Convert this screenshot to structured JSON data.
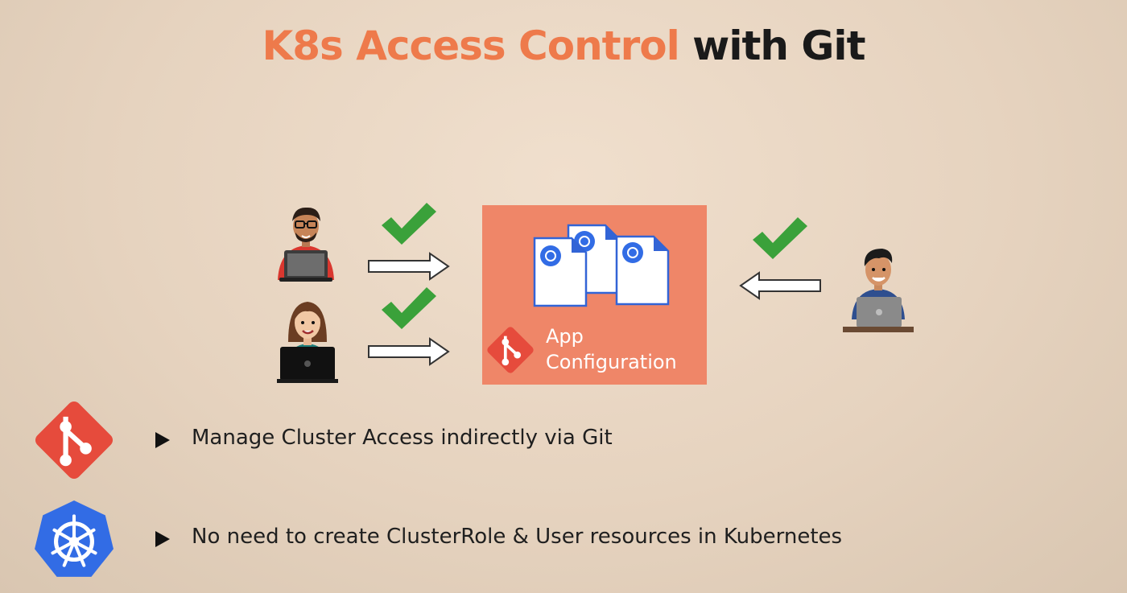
{
  "title": {
    "accent": "K8s Access Control",
    "rest": "with Git"
  },
  "config_box": {
    "line1": "App",
    "line2": "Configuration"
  },
  "bullets": [
    {
      "text": "Manage Cluster Access indirectly via Git",
      "icon": "git-logo-icon"
    },
    {
      "text": "No need to create ClusterRole & User resources in Kubernetes",
      "icon": "kubernetes-logo-icon"
    }
  ],
  "colors": {
    "accent": "#ee7a4b",
    "box": "#ef8668",
    "check": "#3aa13a",
    "git": "#e64b3c",
    "kubernetes": "#326ce5"
  }
}
